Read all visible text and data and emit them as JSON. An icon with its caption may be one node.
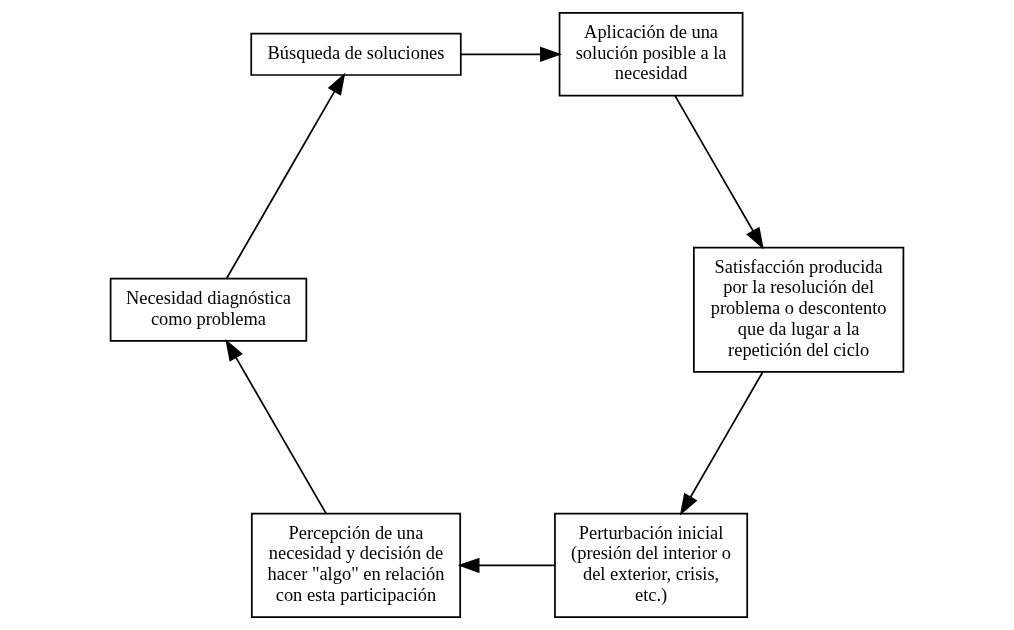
{
  "diagram": {
    "nodes": [
      {
        "text": [
          "Perturbación inicial (presión del interior o del exterior, crisis, etc.)"
        ]
      },
      {
        "text": [
          "Percepción de una necesidad y decisión de hacer \"algo\" en relación con esta participación"
        ]
      },
      {
        "text": [
          "Necesidad diagnóstica como problema"
        ]
      },
      {
        "text": [
          "Búsqueda de soluciones"
        ]
      },
      {
        "text": [
          "Aplicación de una solución posible a la necesidad"
        ]
      },
      {
        "text": [
          "Satisfacción producida por la resolución del problema o descontento que da lugar a la repetición del ciclo"
        ]
      }
    ],
    "edges": [
      {
        "from": 0,
        "to": 1,
        "arrow": "to"
      },
      {
        "from": 1,
        "to": 2,
        "arrow": "to"
      },
      {
        "from": 2,
        "to": 3,
        "arrow": "to"
      },
      {
        "from": 3,
        "to": 4,
        "arrow": "to"
      },
      {
        "from": 4,
        "to": 5,
        "arrow": "to"
      },
      {
        "from": 5,
        "to": 0,
        "arrow": "to"
      }
    ]
  }
}
